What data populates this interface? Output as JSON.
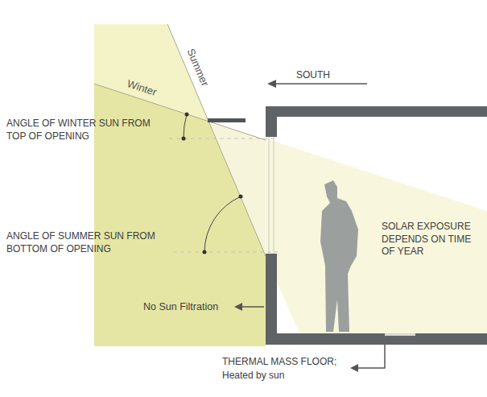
{
  "diagram": {
    "labels": [
      "Summer",
      "Winter",
      "SOUTH",
      "ANGLE OF WINTER SUN FROM TOP OF OPENING",
      "ANGLE OF SUMMER SUN FROM BOTTOM OF OPENING",
      "SOLAR EXPOSURE DEPENDS ON TIME OF YEAR",
      "No Sun Filtration",
      "THERMAL MASS FLOOR;",
      "Heated by sun"
    ]
  }
}
